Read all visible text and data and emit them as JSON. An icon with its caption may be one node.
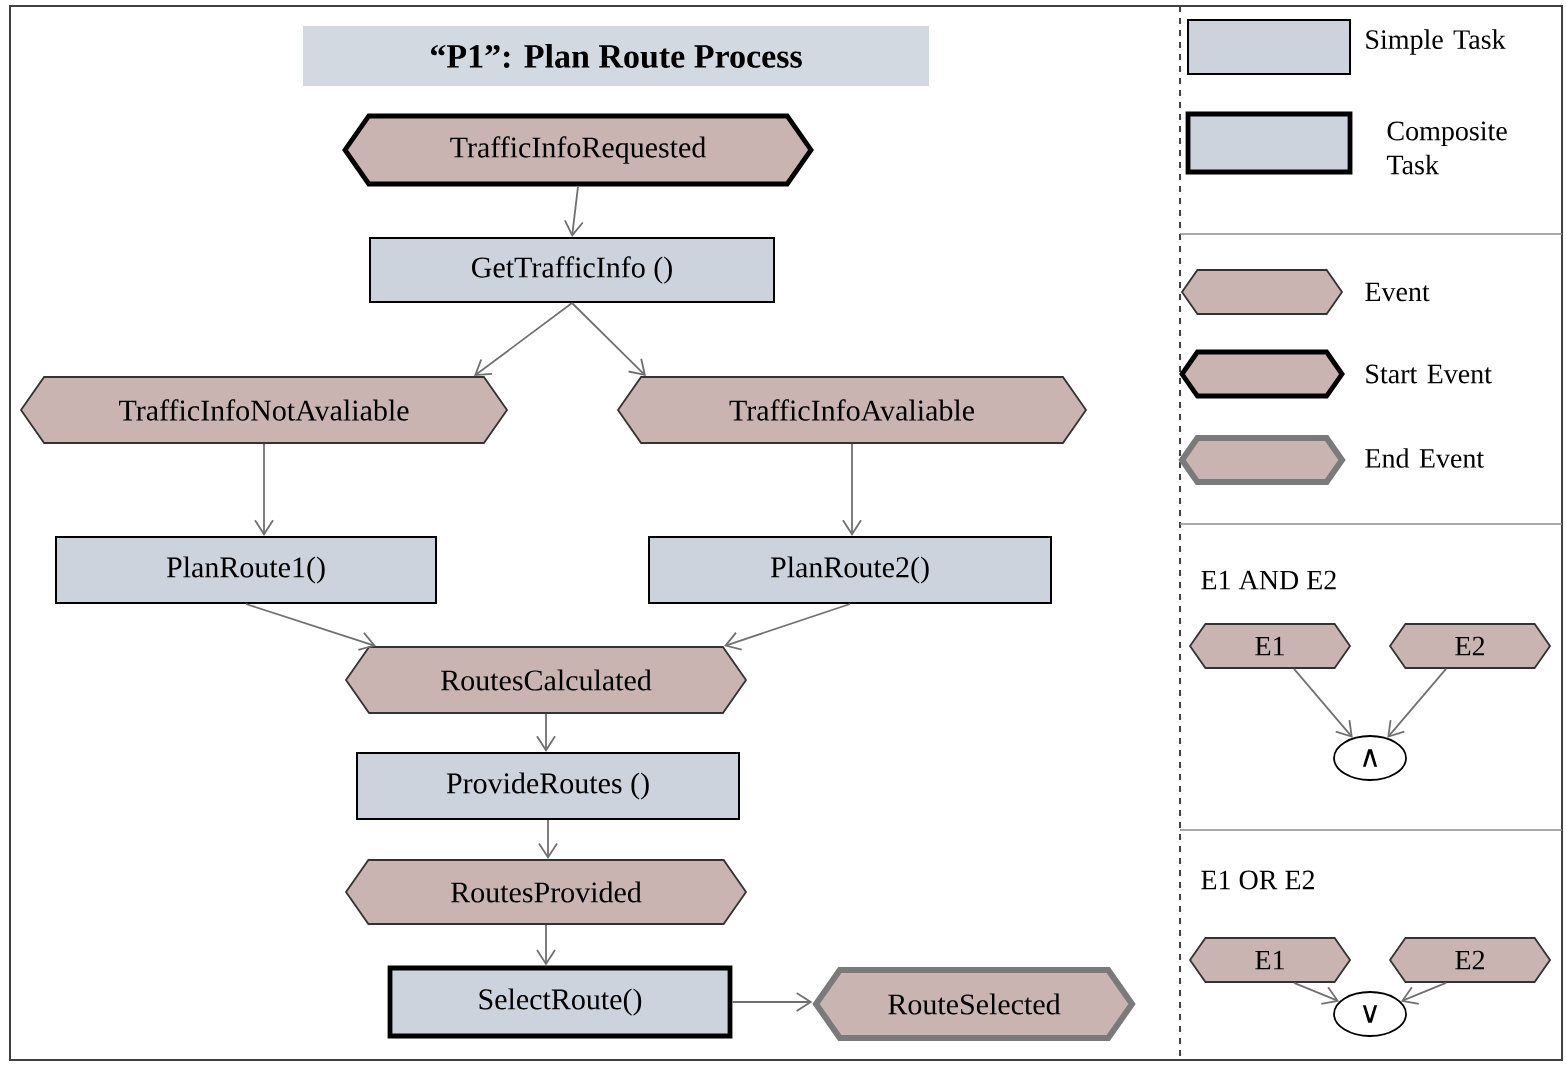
{
  "diagram": {
    "title": "“P1”: Plan Route Process",
    "nodes": [
      {
        "text": [
          "TrafficInfoRequested"
        ]
      },
      {
        "text": [
          "GetTrafficInfo ()"
        ]
      },
      {
        "text": [
          "TrafficInfoNotAvaliable"
        ]
      },
      {
        "text": [
          "TrafficInfoAvaliable"
        ]
      },
      {
        "text": [
          "PlanRoute1()"
        ]
      },
      {
        "text": [
          "PlanRoute2()"
        ]
      },
      {
        "text": [
          "RoutesCalculated"
        ]
      },
      {
        "text": [
          "ProvideRoutes ()"
        ]
      },
      {
        "text": [
          "RoutesProvided"
        ]
      },
      {
        "text": [
          "SelectRoute()"
        ]
      },
      {
        "text": [
          "RouteSelected"
        ]
      },
      {
        "text": [
          "E1"
        ]
      },
      {
        "text": [
          "E2"
        ]
      },
      {
        "text": [
          "∧"
        ]
      },
      {
        "text": [
          "E1"
        ]
      },
      {
        "text": [
          "E2"
        ]
      },
      {
        "text": [
          "∨"
        ]
      }
    ],
    "edges": [
      {
        "from": 0,
        "to": 1,
        "arrow": "to"
      },
      {
        "from": 1,
        "to": 2,
        "arrow": "to"
      },
      {
        "from": 1,
        "to": 3,
        "arrow": "to"
      },
      {
        "from": 2,
        "to": 4,
        "arrow": "to"
      },
      {
        "from": 3,
        "to": 5,
        "arrow": "to"
      },
      {
        "from": 4,
        "to": 6,
        "arrow": "to"
      },
      {
        "from": 5,
        "to": 6,
        "arrow": "to"
      },
      {
        "from": 6,
        "to": 7,
        "arrow": "to"
      },
      {
        "from": 7,
        "to": 8,
        "arrow": "to"
      },
      {
        "from": 8,
        "to": 9,
        "arrow": "to"
      },
      {
        "from": 9,
        "to": 10,
        "arrow": "to"
      },
      {
        "from": 11,
        "to": 13,
        "arrow": "to"
      },
      {
        "from": 12,
        "to": 13,
        "arrow": "to"
      },
      {
        "from": 14,
        "to": 16,
        "arrow": "to"
      },
      {
        "from": 15,
        "to": 16,
        "arrow": "to"
      }
    ],
    "labels": [
      "E1 AND E2",
      "E1 OR E2"
    ],
    "legend": [
      {
        "text": "Simple Task"
      },
      {
        "text": "Composite Task"
      },
      {
        "text": "Event"
      },
      {
        "text": "Start Event"
      },
      {
        "text": "End Event"
      }
    ]
  }
}
